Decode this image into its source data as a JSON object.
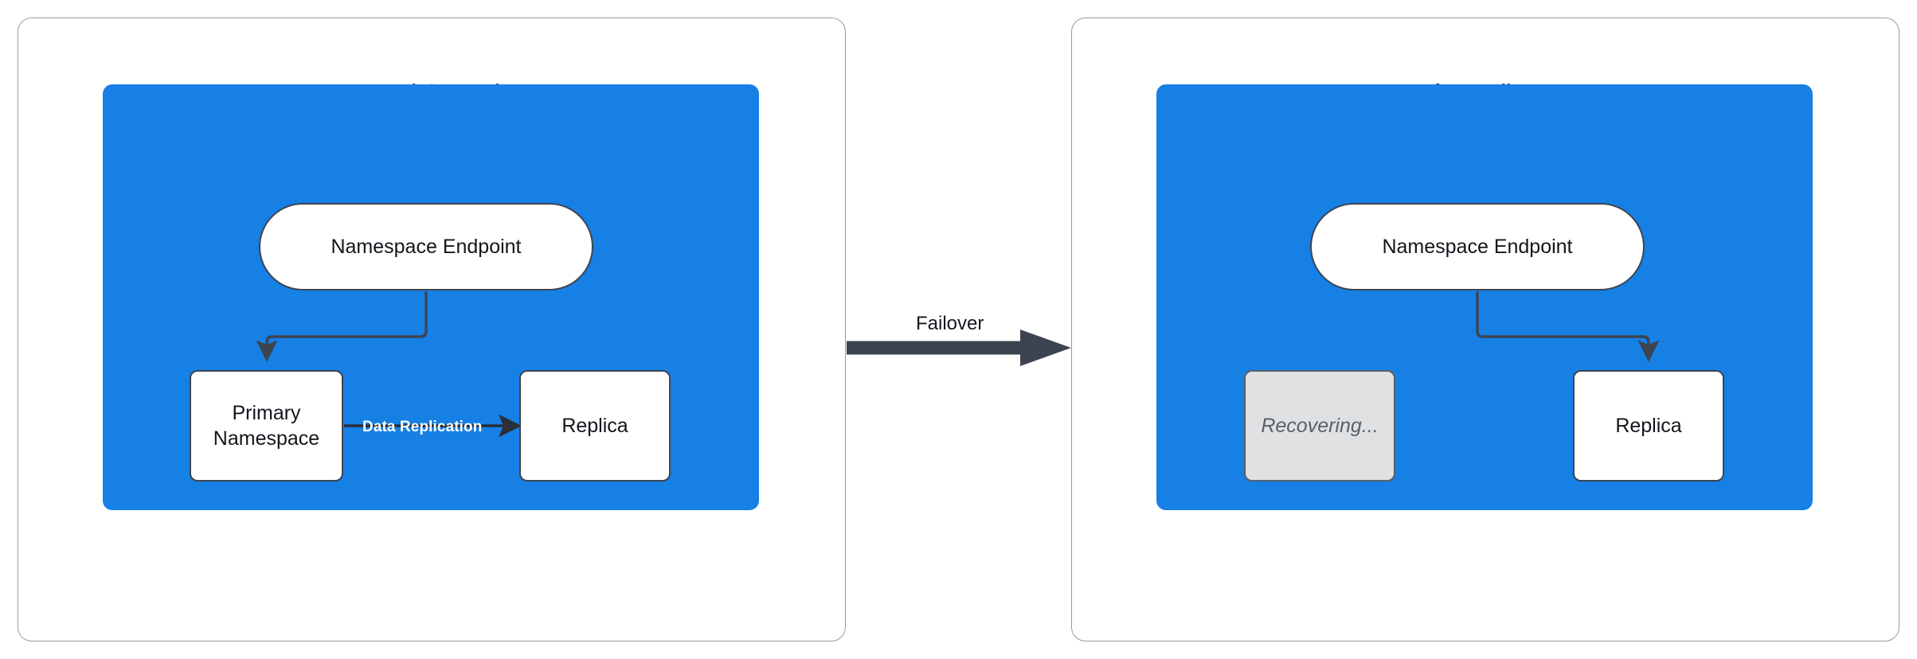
{
  "diagram": {
    "title_left": "Normal Operation",
    "title_right": "After Failover",
    "transition_label": "Failover",
    "colors": {
      "zone_blue": "#1680e5",
      "node_border": "#3d4450",
      "panel_border": "#9a9a9a",
      "recovering_fill": "#dfe1e3",
      "recovering_text": "#5b6068",
      "arrow_dark": "#3d4450",
      "replication_label": "#ffffff"
    }
  },
  "panels": [
    {
      "id": "normal-operation",
      "title": "Normal Operation",
      "nodes": [
        {
          "id": "namespace-endpoint-left",
          "label": "Namespace Endpoint",
          "shape": "pill",
          "state": "active"
        },
        {
          "id": "primary-namespace",
          "label": "Primary\nNamespace",
          "line1": "Primary",
          "line2": "Namespace",
          "shape": "rect",
          "state": "active"
        },
        {
          "id": "replica-left",
          "label": "Replica",
          "shape": "rect",
          "state": "active"
        }
      ],
      "edges": [
        {
          "id": "endpoint-to-primary",
          "from": "namespace-endpoint-left",
          "to": "primary-namespace",
          "label": "",
          "style": "elbow-arrow"
        },
        {
          "id": "primary-to-replica",
          "from": "primary-namespace",
          "to": "replica-left",
          "label": "Data Replication",
          "style": "straight-arrow"
        }
      ]
    },
    {
      "id": "after-failover",
      "title": "After Failover",
      "nodes": [
        {
          "id": "namespace-endpoint-right",
          "label": "Namespace Endpoint",
          "shape": "pill",
          "state": "active"
        },
        {
          "id": "recovering",
          "label": "Recovering...",
          "shape": "rect",
          "state": "recovering"
        },
        {
          "id": "replica-right",
          "label": "Replica",
          "shape": "rect",
          "state": "active"
        }
      ],
      "edges": [
        {
          "id": "endpoint-to-replica",
          "from": "namespace-endpoint-right",
          "to": "replica-right",
          "label": "",
          "style": "elbow-arrow"
        }
      ]
    }
  ],
  "transition": {
    "label": "Failover",
    "from_panel": "normal-operation",
    "to_panel": "after-failover"
  }
}
